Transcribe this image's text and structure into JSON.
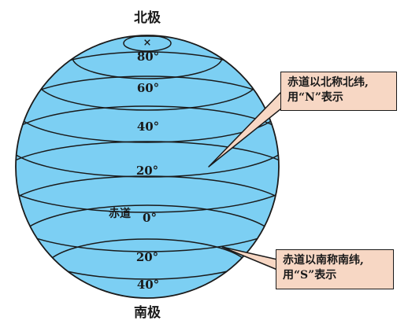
{
  "colors": {
    "globe_fill": "#7ccff3",
    "globe_stroke": "#1a1a1a",
    "callout_fill": "#f7d7c4"
  },
  "poles": {
    "north": "北极",
    "south": "南极",
    "north_marker": "×"
  },
  "latitudes": {
    "n80": "80°",
    "n60": "60°",
    "n40": "40°",
    "n20": "20°",
    "zero": "0°",
    "s20": "20°",
    "s40": "40°"
  },
  "equator_label": "赤道",
  "callouts": {
    "north": {
      "line1": "赤道以北称北纬,",
      "line2": "用“N”表示"
    },
    "south": {
      "line1": "赤道以南称南纬,",
      "line2": "用“S”表示"
    }
  }
}
